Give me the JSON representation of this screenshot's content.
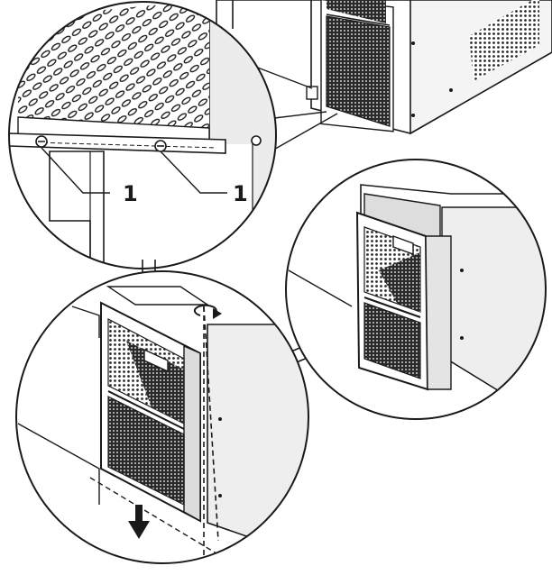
{
  "diagram": {
    "callouts": [
      {
        "id": "callout-left",
        "text": "1"
      },
      {
        "id": "callout-right",
        "text": "1"
      }
    ],
    "colors": {
      "line": "#1a1a1a",
      "fill": "#ffffff",
      "shade": "#e9e9e9",
      "dark": "#2a2a2a"
    },
    "icons": [
      "rotate-arrow-icon",
      "down-arrow-icon"
    ]
  }
}
